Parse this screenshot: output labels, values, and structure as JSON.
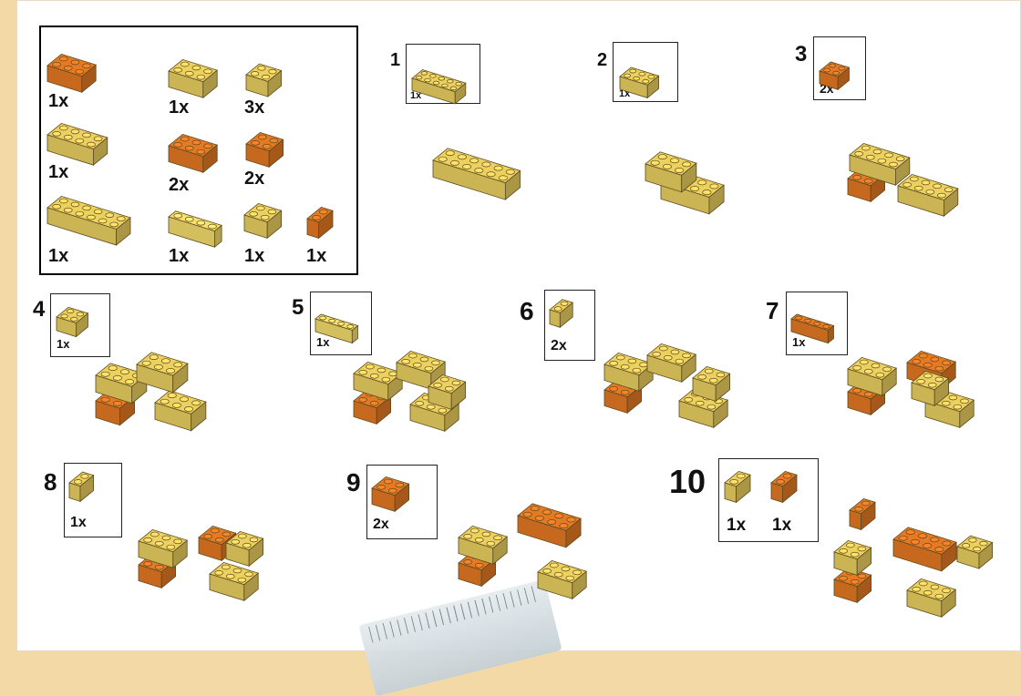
{
  "parts_list": {
    "quantities": [
      "1x",
      "1x",
      "3x",
      "1x",
      "2x",
      "2x",
      "1x",
      "1x",
      "1x",
      "1x"
    ]
  },
  "steps": [
    {
      "number": "1",
      "qty": "1x"
    },
    {
      "number": "2",
      "qty": "1x"
    },
    {
      "number": "3",
      "qty": "2x"
    },
    {
      "number": "4",
      "qty": "1x"
    },
    {
      "number": "5",
      "qty": "1x"
    },
    {
      "number": "6",
      "qty": "2x"
    },
    {
      "number": "7",
      "qty": "1x"
    },
    {
      "number": "8",
      "qty": "1x"
    },
    {
      "number": "9",
      "qty": "2x"
    },
    {
      "number": "10",
      "qty": "1x",
      "qty2": "1x"
    }
  ],
  "colors": {
    "yellow": "#ecd160",
    "orange": "#e67a24",
    "light_yellow": "#f7de6e",
    "background": "#f3d9a6"
  }
}
